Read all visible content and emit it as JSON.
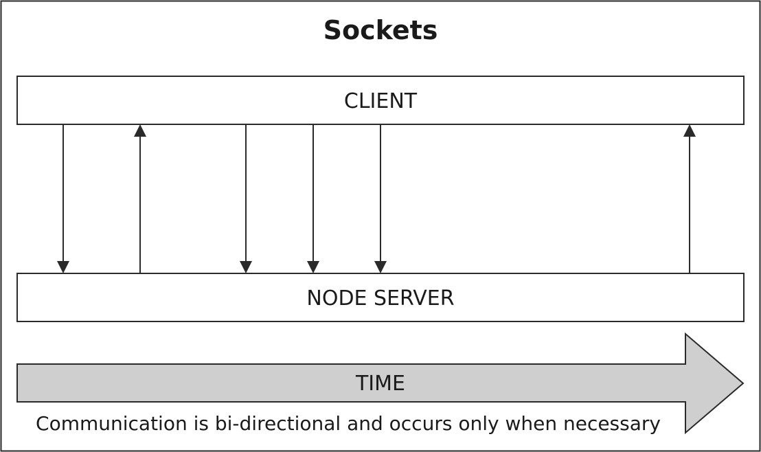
{
  "title": "Sockets",
  "client_label": "CLIENT",
  "server_label": "NODE SERVER",
  "time_label": "TIME",
  "caption": "Communication is bi-directional and occurs only when necessary",
  "messages": [
    {
      "direction": "client-to-server"
    },
    {
      "direction": "server-to-client"
    },
    {
      "direction": "client-to-server"
    },
    {
      "direction": "client-to-server"
    },
    {
      "direction": "client-to-server"
    },
    {
      "direction": "server-to-client"
    }
  ],
  "colors": {
    "stroke": "#2a2a2a",
    "time_arrow_fill": "#cfcfcf"
  }
}
